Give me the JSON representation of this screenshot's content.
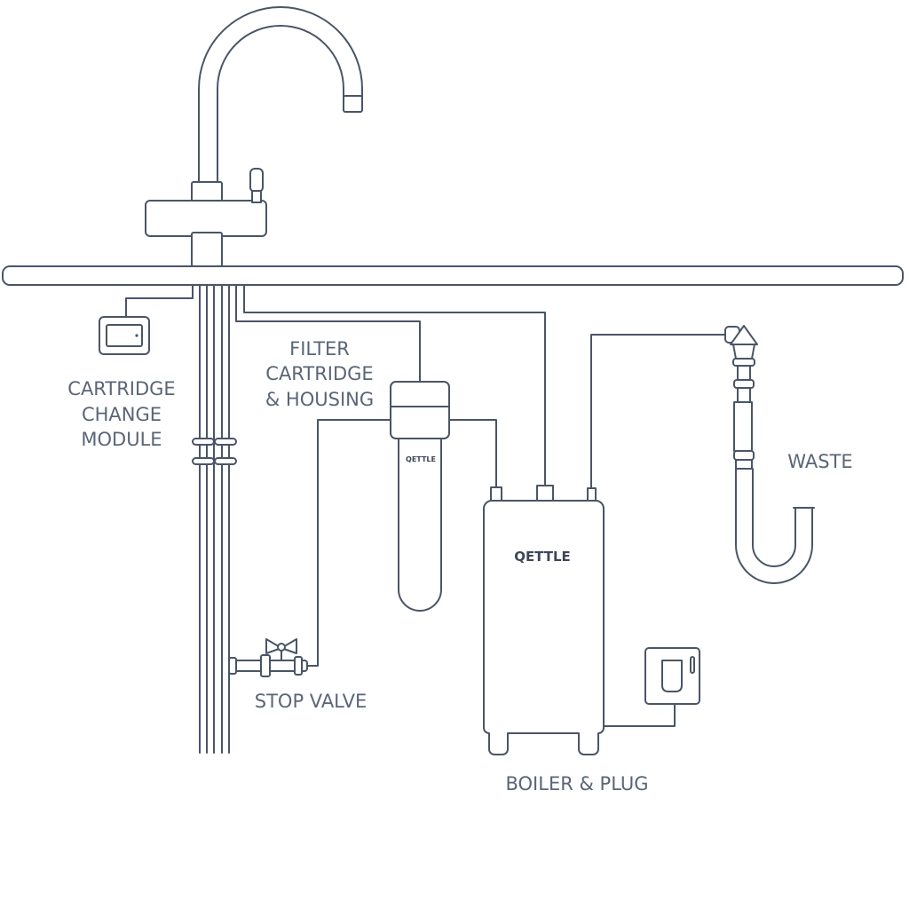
{
  "labels": {
    "cartridge_module": [
      "CARTRIDGE",
      "CHANGE",
      "MODULE"
    ],
    "filter": [
      "FILTER",
      "CARTRIDGE",
      "& HOUSING"
    ],
    "stop_valve": "STOP VALVE",
    "boiler_plug": "BOILER & PLUG",
    "waste": "WASTE"
  },
  "brand": {
    "boiler": "QETTLE",
    "filter": "QETTLE"
  },
  "colors": {
    "line": "#4a5566",
    "label": "#5a6577"
  }
}
